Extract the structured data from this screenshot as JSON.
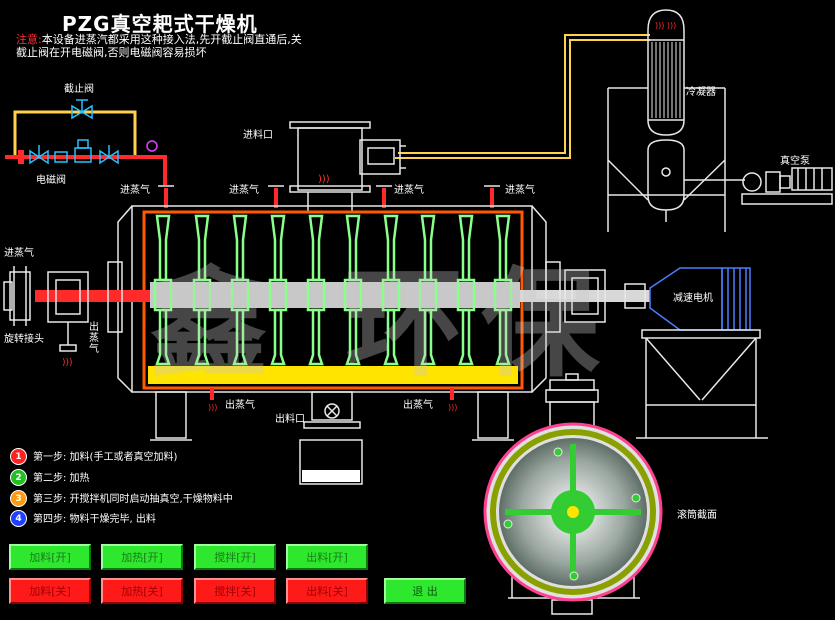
{
  "header": {
    "title": "PZG真空耙式干燥机",
    "note_label": "注意:",
    "note_text": "本设备进蒸汽都采用这种接入法,先开截止阀直通后,关截止阀在开电磁阀,否则电磁阀容易损坏"
  },
  "labels": {
    "stop_valve": "截止阀",
    "solenoid_valve": "电磁阀",
    "feed_port": "进料口",
    "condenser": "冷凝器",
    "vacuum_pump": "真空泵",
    "steam_in_1": "进蒸气",
    "steam_in_2": "进蒸气",
    "steam_in_3": "进蒸气",
    "steam_in_4": "进蒸气",
    "steam_in_left": "进蒸气",
    "rotary_joint": "旋转接头",
    "steam_out_vertical": "出蒸气",
    "steam_out_1": "出蒸气",
    "steam_out_2": "出蒸气",
    "discharge_port": "出料口",
    "reducer_motor": "减速电机",
    "drum_section": "滚筒截面"
  },
  "watermark": "鑫 环保",
  "steps": [
    {
      "num": "1",
      "color": "#ff2020",
      "text": "第一步: 加料(手工或者真空加料)"
    },
    {
      "num": "2",
      "color": "#22c022",
      "text": "第二步: 加热"
    },
    {
      "num": "3",
      "color": "#ff9a10",
      "text": "第三步: 开搅拌机同时启动抽真空,干燥物料中"
    },
    {
      "num": "4",
      "color": "#2040ff",
      "text": "第四步: 物料干燥完毕, 出料"
    }
  ],
  "buttons": {
    "feed_on": "加料[开]",
    "heat_on": "加热[开]",
    "stir_on": "搅拌[开]",
    "discharge_on": "出料[开]",
    "feed_off": "加料[关]",
    "heat_off": "加热[关]",
    "stir_off": "搅拌[关]",
    "discharge_off": "出料[关]",
    "exit": "退 出"
  },
  "colors": {
    "pipe": "#ff2a2a",
    "steam_line": "#ffd24d",
    "outline": "#e8e8e8",
    "shell_frame": "#ff5a00",
    "paddle": "#8aff8a",
    "material": "#ffe400",
    "drum_ring": "#ff4090",
    "drum_inner": "#33cc33"
  }
}
